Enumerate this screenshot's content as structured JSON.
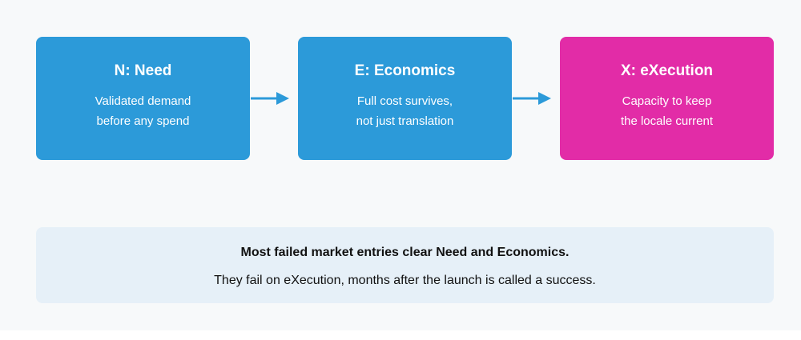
{
  "colors": {
    "need": "#2c9ad9",
    "economics": "#2c9ad9",
    "execution": "#e22ca7",
    "arrow": "#2c9ad9",
    "note_bg": "#e6f0f8"
  },
  "flow": {
    "boxes": [
      {
        "title": "N: Need",
        "lines": [
          "Validated demand",
          "before any spend"
        ]
      },
      {
        "title": "E: Economics",
        "lines": [
          "Full cost survives,",
          "not just translation"
        ]
      },
      {
        "title": "X: eXecution",
        "lines": [
          "Capacity to keep",
          "the locale current"
        ]
      }
    ]
  },
  "note": {
    "line1": "Most failed market entries clear Need and Economics.",
    "line2": "They fail on eXecution, months after the launch is called a success."
  }
}
